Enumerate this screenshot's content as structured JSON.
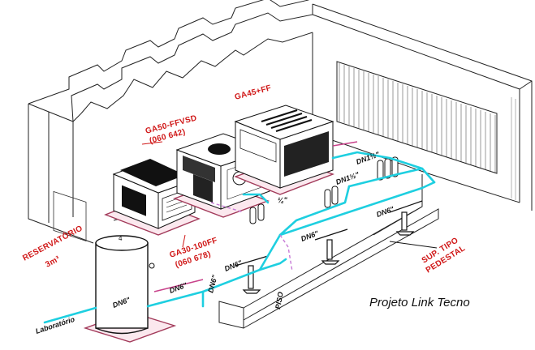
{
  "labels": {
    "ga45": "GA45+FF",
    "ga50_line1": "GA50-FFVSD",
    "ga50_line2": "(060 642)",
    "ga30_line1": "GA30-100FF",
    "ga30_line2": "(060 678)",
    "reservatorio_line1": "RESERVATÓRIO",
    "reservatorio_line2": "3m³",
    "sup_line1": "SUP. TIPO",
    "sup_line2": "PEDESTAL",
    "laboratorio": "Laboratório",
    "piso": "PISO"
  },
  "pipe_sizes": {
    "dn1_half_a": "DN1½\"",
    "dn1_half_b": "DN1½\"",
    "dn6_right": "DN6\"",
    "dn6_mid": "DN6\"",
    "dn6_left": "DN6\"",
    "dn6_lower": "DN6\"",
    "dn6_tank": "DN6\"",
    "dn6_vertical": "DN6\"",
    "small_quarter": "¼\"",
    "tank_number": "4"
  },
  "credit": "Projeto Link Tecno",
  "colors": {
    "label_red": "#d01818",
    "pipe_cyan": "#1ecfe0",
    "pipe_dash": "#c8428a",
    "base_pink": "#fbe8ee"
  }
}
